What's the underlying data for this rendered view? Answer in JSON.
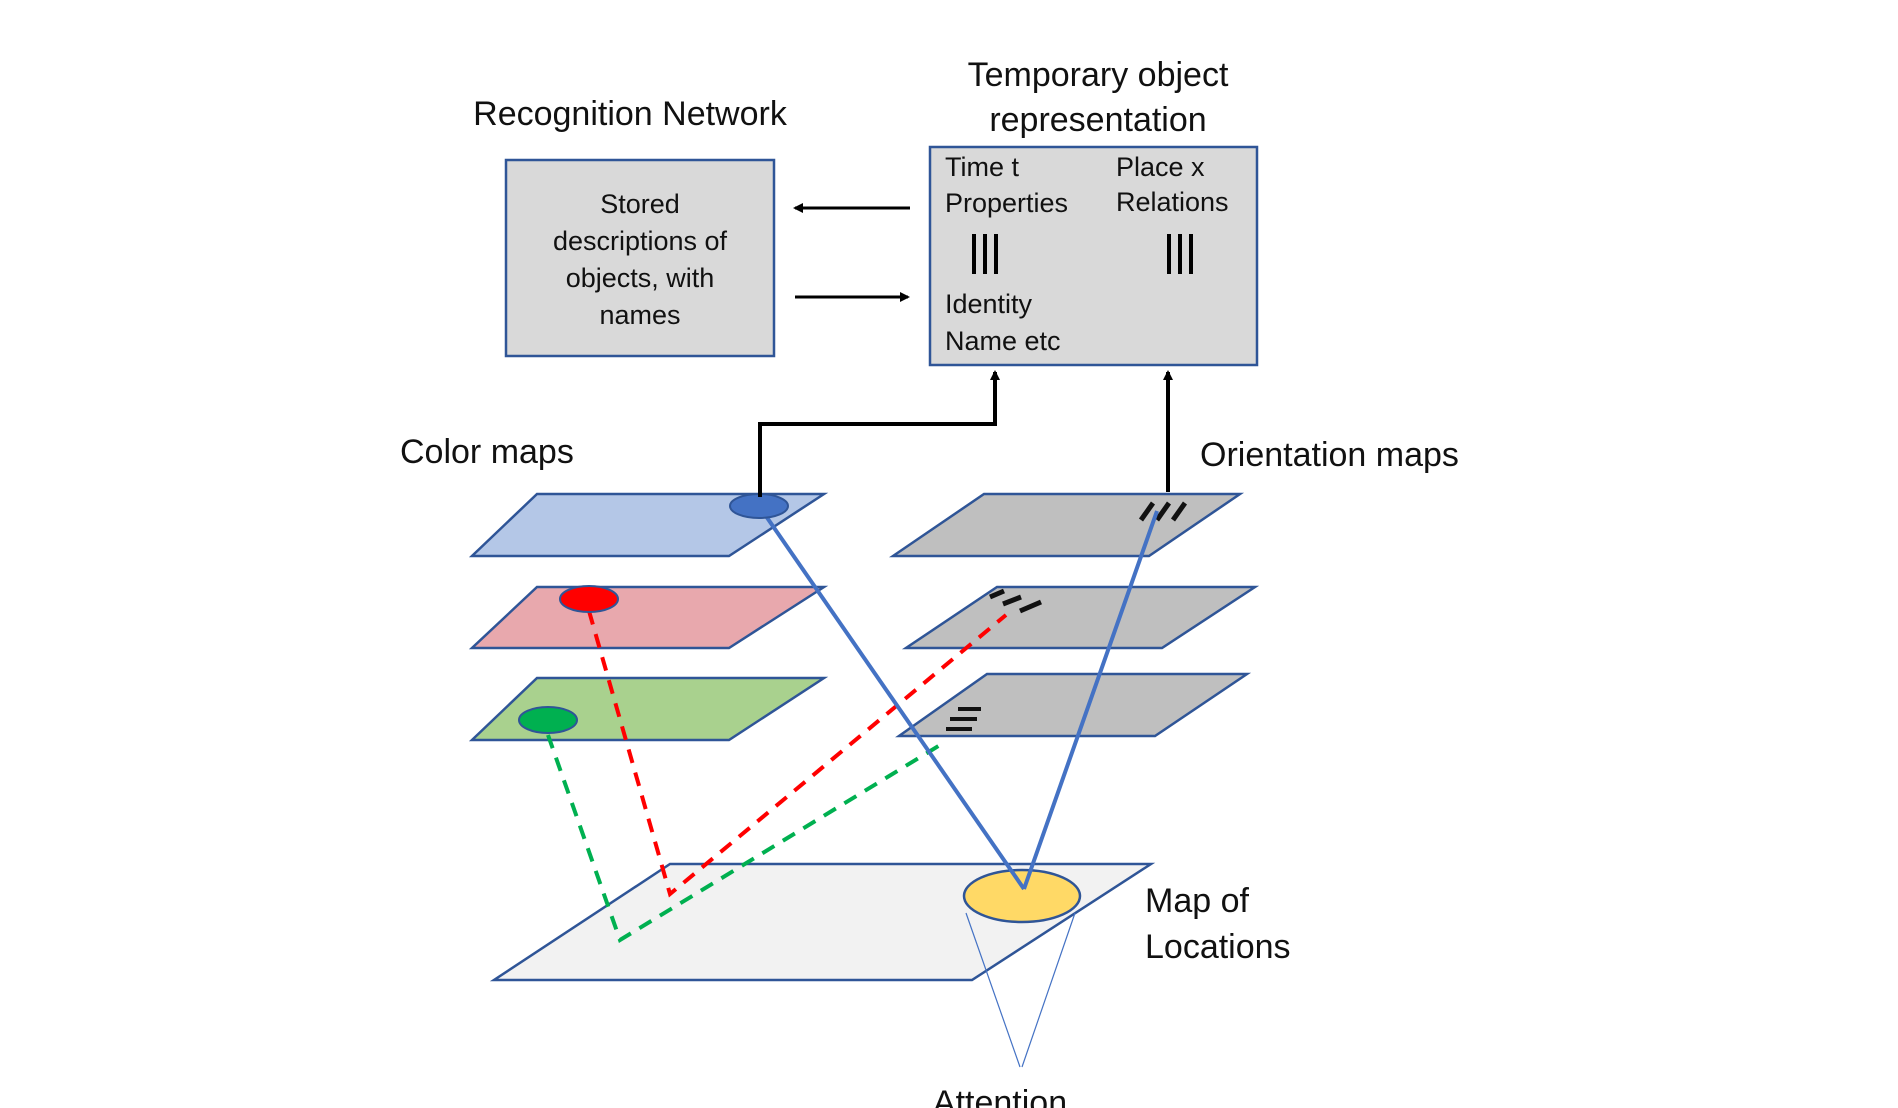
{
  "recognition_network": {
    "title": "Recognition Network",
    "box_lines": [
      "Stored",
      "descriptions of",
      "objects, with",
      "names"
    ]
  },
  "temporary_object": {
    "title_lines": [
      "Temporary object",
      "representation"
    ],
    "left_col": [
      "Time t",
      "Properties"
    ],
    "left_bottom": [
      "Identity",
      "Name etc"
    ],
    "right_col": [
      "Place x",
      "Relations"
    ]
  },
  "color_maps": {
    "label": "Color maps",
    "colors": {
      "blue": "#b4c7e7",
      "red": "#e8a8ad",
      "green": "#a9d18e",
      "blue_dot": "#4472c4",
      "red_dot": "#ff0000",
      "green_dot": "#00b050"
    }
  },
  "orientation_maps": {
    "label": "Orientation maps",
    "plane_color": "#bfbfbf"
  },
  "location_map": {
    "label_lines": [
      "Map of",
      "Locations"
    ],
    "plane_color": "#f2f2f2",
    "spotlight_color": "#ffd966"
  },
  "attention": {
    "label": "Attention"
  },
  "colors": {
    "box_fill": "#d9d9d9",
    "outline": "#2f5597",
    "link_blue": "#4472c4",
    "link_red": "#ff0000",
    "link_green": "#00b050"
  }
}
